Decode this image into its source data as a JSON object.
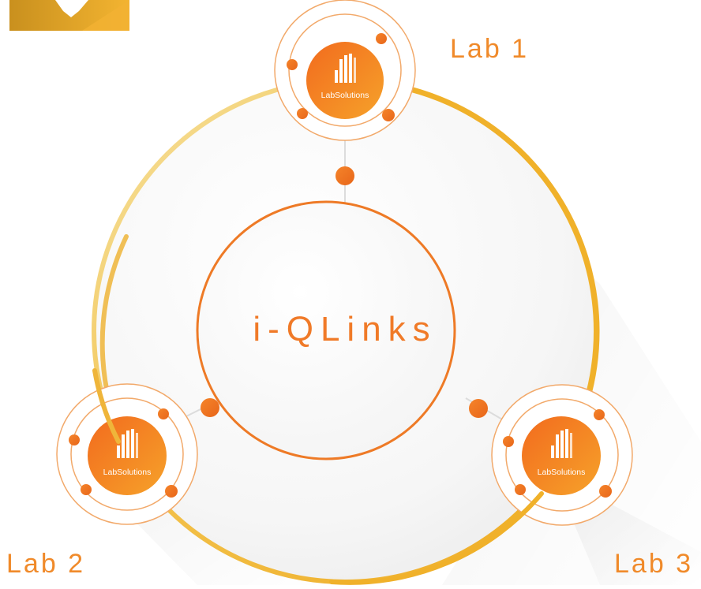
{
  "diagram": {
    "center_label": "i-QLinks",
    "nodes": [
      {
        "id": "lab1",
        "label": "Lab 1",
        "badge": "LabSolutions"
      },
      {
        "id": "lab2",
        "label": "Lab 2",
        "badge": "LabSolutions"
      },
      {
        "id": "lab3",
        "label": "Lab 3",
        "badge": "LabSolutions"
      }
    ]
  },
  "colors": {
    "accent_orange": "#f07a28",
    "accent_dark_orange": "#e8661a",
    "ring_gold": "#f1b430",
    "ring_light": "#f6dd8f",
    "label_orange": "#f08a2a",
    "logo_gold": "#e6a630",
    "logo_dark": "#c98f1e"
  }
}
